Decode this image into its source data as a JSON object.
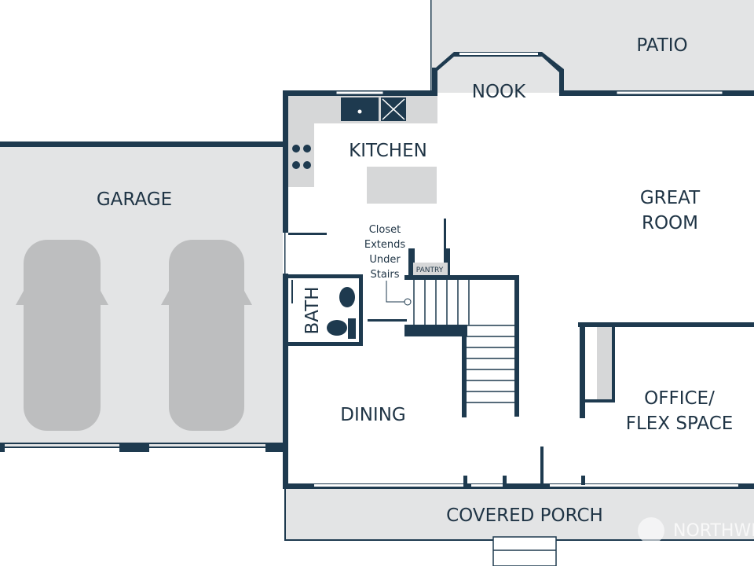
{
  "rooms": {
    "patio": "PATIO",
    "nook": "NOOK",
    "kitchen": "KITCHEN",
    "garage": "GARAGE",
    "great_room": [
      "GREAT",
      "ROOM"
    ],
    "closet_note": [
      "Closet",
      "Extends",
      "Under",
      "Stairs"
    ],
    "pantry": "PANTRY",
    "bath": "BATH",
    "dining": "DINING",
    "office": [
      "OFFICE/",
      "FLEX SPACE"
    ],
    "covered_porch": "COVERED PORCH"
  },
  "watermark": "NORTHWEST",
  "colors": {
    "wall": "#1e3a4f",
    "fill": "#e3e4e5",
    "text": "#1f3445"
  }
}
